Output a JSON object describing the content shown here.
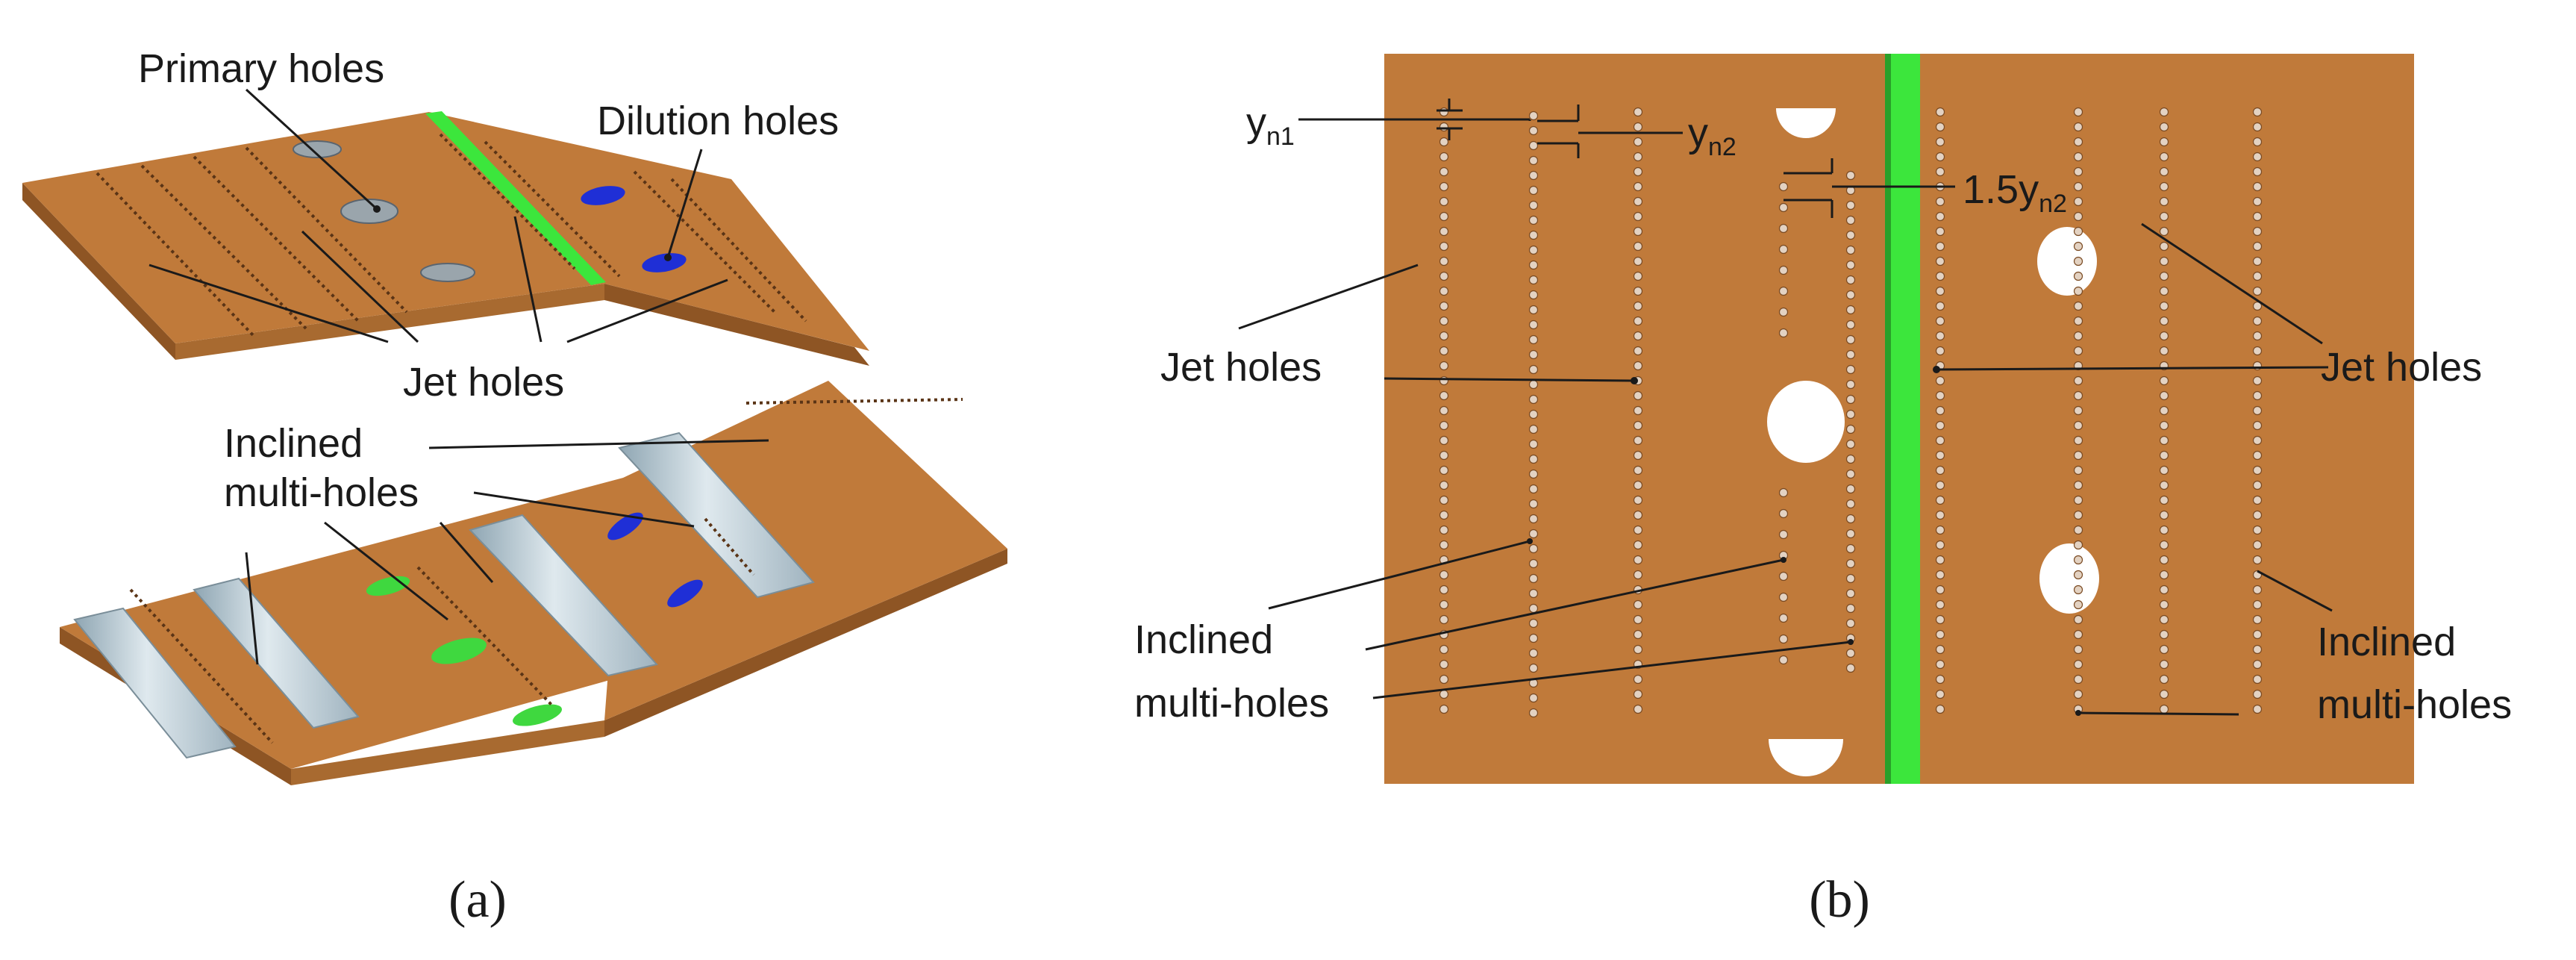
{
  "panel_a": {
    "labels": {
      "primary_holes": "Primary holes",
      "dilution_holes": "Dilution holes",
      "jet_holes": "Jet holes",
      "inclined_line1": "Inclined",
      "inclined_line2": "multi-holes"
    },
    "caption": "(a)"
  },
  "panel_b": {
    "labels": {
      "yn1_base": "y",
      "yn1_sub": "n1",
      "yn2_base": "y",
      "yn2_sub": "n2",
      "yn2b_base": "1.5y",
      "yn2b_sub": "n2",
      "jet_holes_left": "Jet holes",
      "jet_holes_right": "Jet holes",
      "inclined_left_1": "Inclined",
      "inclined_left_2": "multi-holes",
      "inclined_right_1": "Inclined",
      "inclined_right_2": "multi-holes"
    },
    "caption": "(b)"
  },
  "colors": {
    "plate": "#c07a3a",
    "plate_dark": "#8e5524",
    "plate_edge": "#a86a30",
    "green_strip": "#3ce63c",
    "dilution_blue": "#1f2fd6",
    "dilution_green": "#3fd83f",
    "rib": "#b8cad4",
    "hole": "#ffffff"
  }
}
